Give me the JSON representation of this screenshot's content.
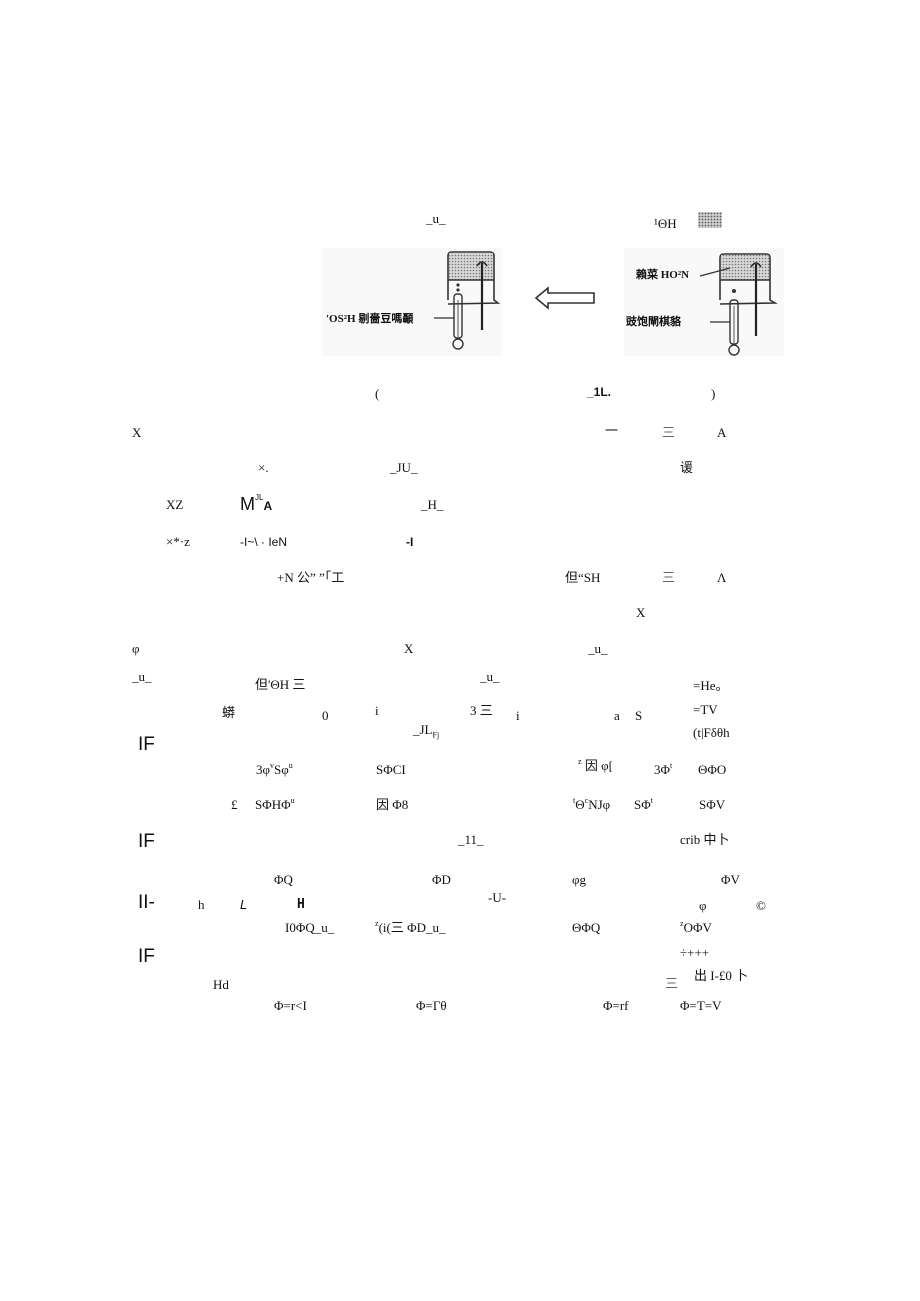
{
  "figure": {
    "caption_left": "_u_",
    "caption_right": "¹ΘH",
    "legend_swatch": "shaded-pattern",
    "left_apparatus": {
      "label_lower": "'OS²H 剔嗇豆嗎顳"
    },
    "right_apparatus": {
      "label_upper": "賴菜 HO²N",
      "label_lower": "豉饱閘棋貉"
    },
    "arrow": "left-arrow"
  },
  "lines": [
    {
      "id": "l1",
      "items": [
        "(",
        "_1L.",
        ")"
      ]
    },
    {
      "id": "l2",
      "items": [
        "X",
        "一",
        "三",
        "A"
      ]
    },
    {
      "id": "l3",
      "items": [
        "×.",
        "_JU_",
        "谖"
      ]
    },
    {
      "id": "l4",
      "items": [
        "XZ",
        "M",
        "JL",
        "A",
        "_H_"
      ]
    },
    {
      "id": "l5",
      "items": [
        "×*·z",
        "-I~\\ · IeN",
        "-I"
      ]
    },
    {
      "id": "l6",
      "items": [
        "+N 公” ”「工",
        "但“SH",
        "三",
        "Λ"
      ]
    },
    {
      "id": "l7",
      "items": [
        "X"
      ]
    },
    {
      "id": "l8",
      "items": [
        "φ",
        "X",
        "_u_"
      ]
    },
    {
      "id": "l9",
      "items": [
        "_u_",
        "但'ΘH 三",
        "_u_",
        "=He。"
      ]
    },
    {
      "id": "l10",
      "items": [
        "蟒",
        "0",
        "i",
        "3 三",
        "i",
        "a",
        "S",
        "=TV"
      ]
    },
    {
      "id": "l11",
      "items": [
        "IF",
        "_JL",
        "Fj",
        "(t|Fδθh"
      ]
    },
    {
      "id": "l12",
      "items": [
        "3φ",
        "v",
        "Sφ",
        "u",
        "SΦCI",
        "z",
        "因 φ[",
        "3Φ",
        "t",
        "ΘΦO"
      ]
    },
    {
      "id": "l13",
      "items": [
        "£",
        "SΦHΦ",
        "u",
        "因 Φ8",
        "t",
        "Θ",
        "c",
        "NJφ",
        "SΦ",
        "t",
        "SΦV"
      ]
    },
    {
      "id": "l14",
      "items": [
        "IF",
        "_11_",
        "crib 中卜"
      ]
    },
    {
      "id": "l15",
      "items": [
        "ΦQ",
        "ΦD",
        "φg",
        "ΦV"
      ]
    },
    {
      "id": "l16",
      "items": [
        "II-",
        "h",
        "L",
        "H",
        "-U-",
        "φ",
        "©"
      ]
    },
    {
      "id": "l17",
      "items": [
        "I0ΦQ_u_",
        "z",
        "(i(三 ΦD_u_",
        "ΘΦQ",
        "z",
        "OΦV"
      ]
    },
    {
      "id": "l18",
      "items": [
        "IF",
        "÷+++"
      ]
    },
    {
      "id": "l19",
      "items": [
        "Hd",
        "三",
        "出 I-£0 卜"
      ]
    },
    {
      "id": "l20",
      "items": [
        "Φ=r<I",
        "Φ=Γθ",
        "Φ=rf",
        "Φ=T=V"
      ]
    }
  ]
}
